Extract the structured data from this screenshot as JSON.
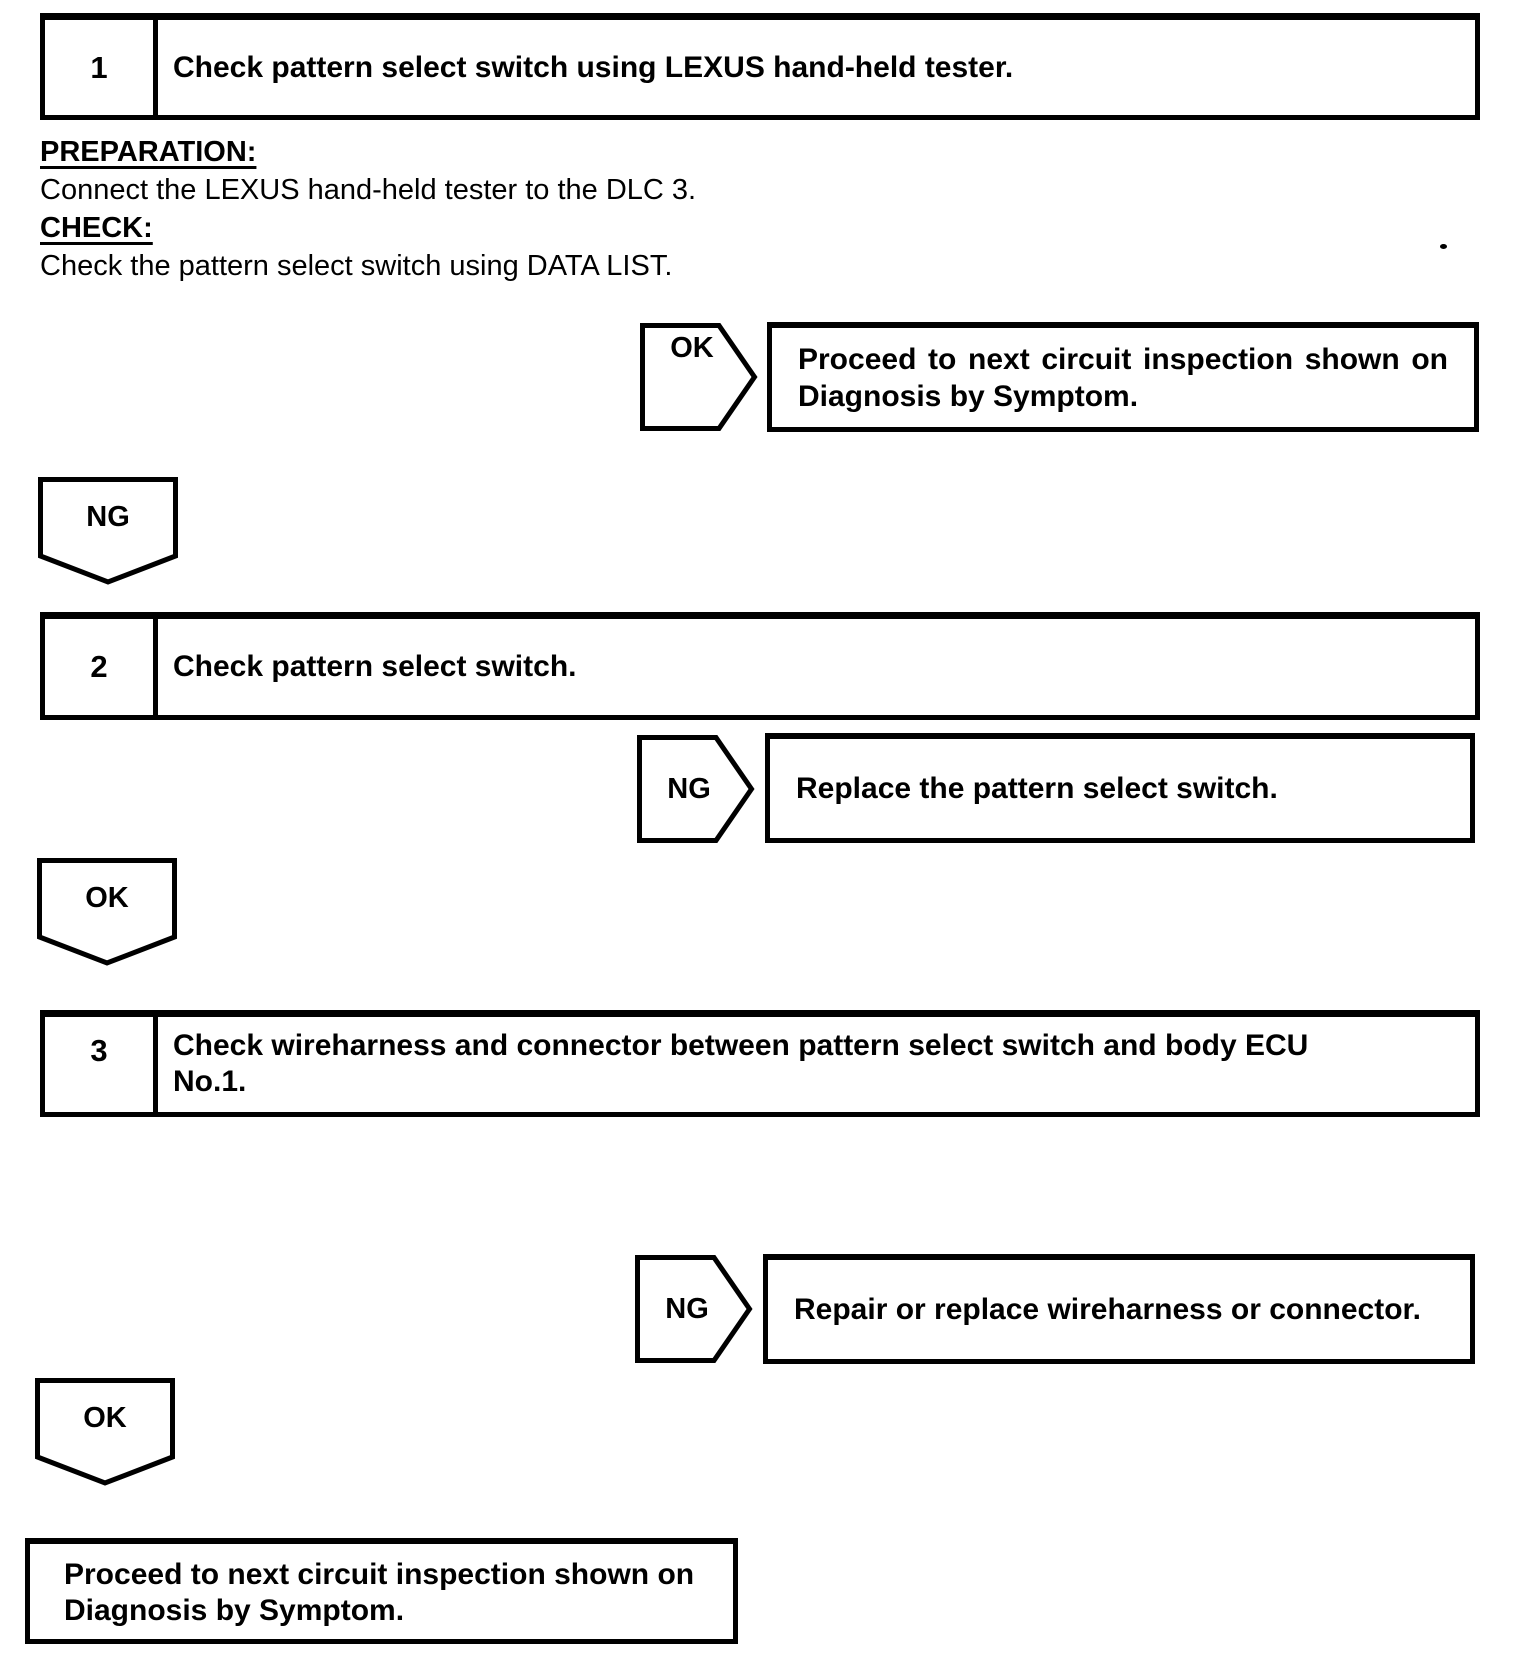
{
  "page": {
    "background": "#ffffff",
    "ink": "#000000"
  },
  "steps": [
    {
      "number": "1",
      "title_lines": [
        "Check pattern select switch using LEXUS hand-held tester."
      ]
    },
    {
      "number": "2",
      "title_lines": [
        "Check pattern select switch."
      ]
    },
    {
      "number": "3",
      "title_lines": [
        "Check wireharness and connector between pattern select switch and body ECU",
        "No.1."
      ]
    }
  ],
  "procedure": {
    "preparation_label": "PREPARATION:",
    "preparation_text": "Connect the LEXUS hand-held tester to the DLC 3.",
    "check_label": "CHECK:",
    "check_text": "Check the pattern select switch using DATA LIST."
  },
  "branches": [
    {
      "result": "OK",
      "action_lines": [
        "Proceed to next circuit inspection shown on",
        "Diagnosis by Symptom."
      ]
    },
    {
      "result": "NG",
      "action_lines": [
        "Replace the pattern select switch."
      ]
    },
    {
      "result": "NG",
      "action_lines": [
        "Repair or replace wireharness or connector."
      ]
    }
  ],
  "connectors": [
    {
      "label": "NG"
    },
    {
      "label": "OK"
    },
    {
      "label": "OK"
    }
  ],
  "final_box": {
    "lines": [
      "Proceed to next circuit inspection shown on",
      "Diagnosis by Symptom."
    ]
  }
}
